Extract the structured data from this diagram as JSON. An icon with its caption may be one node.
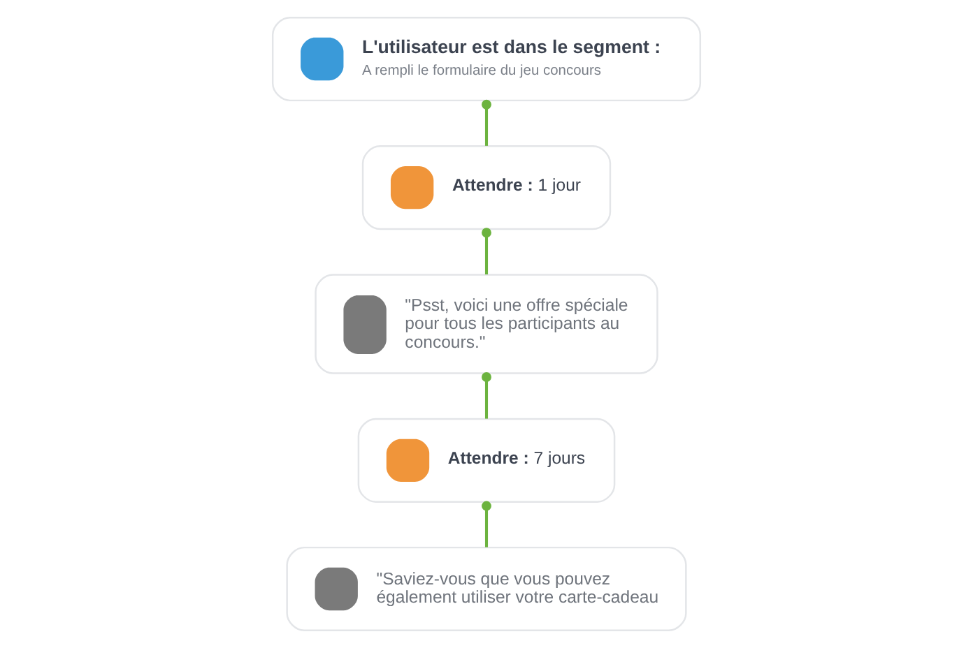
{
  "diagram": {
    "nodes": [
      {
        "text": [
          "L'utilisateur est dans le segment :",
          "A rempli le formulaire du jeu concours"
        ]
      },
      {
        "text": [
          "**Attendre :** 1 jour"
        ]
      },
      {
        "text": [
          "\"Psst, voici une offre spéciale pour tous les participants au concours.\""
        ]
      },
      {
        "text": [
          "**Attendre :** 7 jours"
        ]
      },
      {
        "text": [
          "\"Saviez-vous que vous pouvez également utiliser votre carte-cadeau"
        ]
      }
    ],
    "edges": [
      {
        "from": 0,
        "to": 1,
        "arrow": "other"
      },
      {
        "from": 1,
        "to": 2,
        "arrow": "other"
      },
      {
        "from": 2,
        "to": 3,
        "arrow": "other"
      },
      {
        "from": 3,
        "to": 4,
        "arrow": "other"
      }
    ]
  }
}
